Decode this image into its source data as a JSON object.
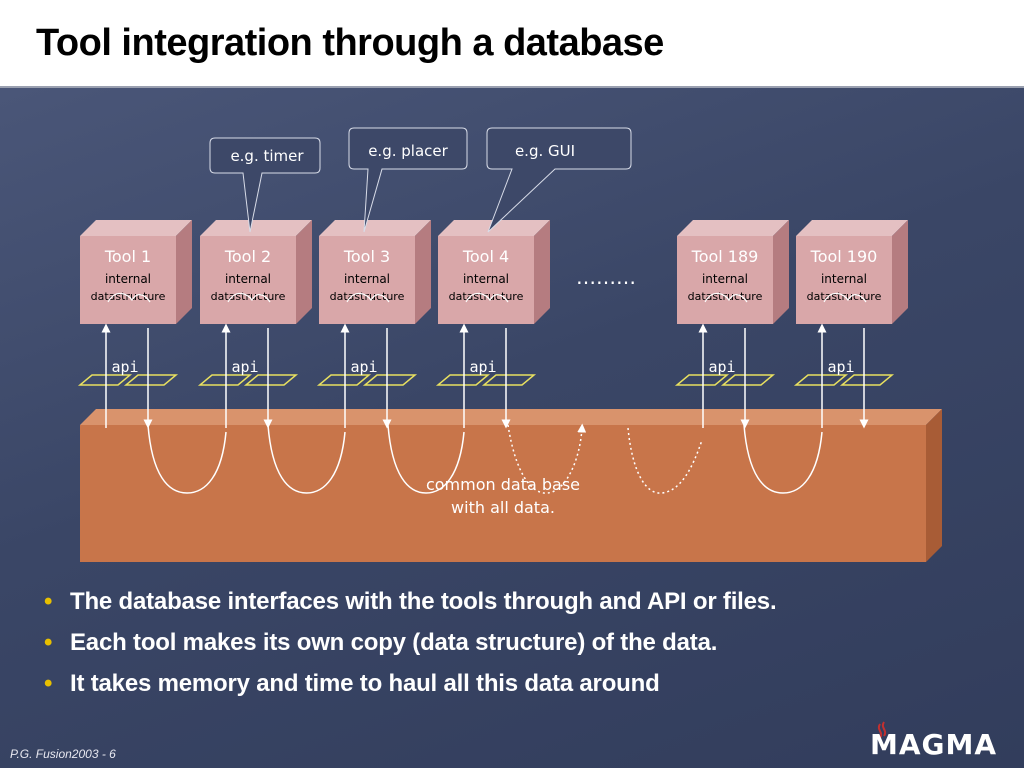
{
  "title": "Tool integration through a database",
  "callouts": [
    "e.g. timer",
    "e.g. placer",
    "e.g. GUI"
  ],
  "tools": [
    {
      "name": "Tool 1",
      "line1": "internal",
      "line2": "datastructure",
      "api": "api"
    },
    {
      "name": "Tool 2",
      "line1": "internal",
      "line2": "datastructure",
      "api": "api"
    },
    {
      "name": "Tool 3",
      "line1": "internal",
      "line2": "datastructure",
      "api": "api"
    },
    {
      "name": "Tool 4",
      "line1": "internal",
      "line2": "datastructure",
      "api": "api"
    },
    {
      "name": "Tool 189",
      "line1": "internal",
      "line2": "datastructure",
      "api": "api"
    },
    {
      "name": "Tool 190",
      "line1": "internal",
      "line2": "datastructure",
      "api": "api"
    }
  ],
  "ellipsis": "………",
  "database": {
    "line1": "common data base",
    "line2": "with all data."
  },
  "bullets": [
    "The database interfaces with the tools through and API or files.",
    "Each tool makes its own copy (data structure) of the data.",
    "It takes memory and time to haul all this data around"
  ],
  "footer": "P.G. Fusion2003 -  6",
  "logo": "MAGMA",
  "colors": {
    "tool_front": "#d9a7a9",
    "tool_side": "#b57c80",
    "database": "#c8754a",
    "api": "#e8e060",
    "bullet": "#e8c000"
  }
}
